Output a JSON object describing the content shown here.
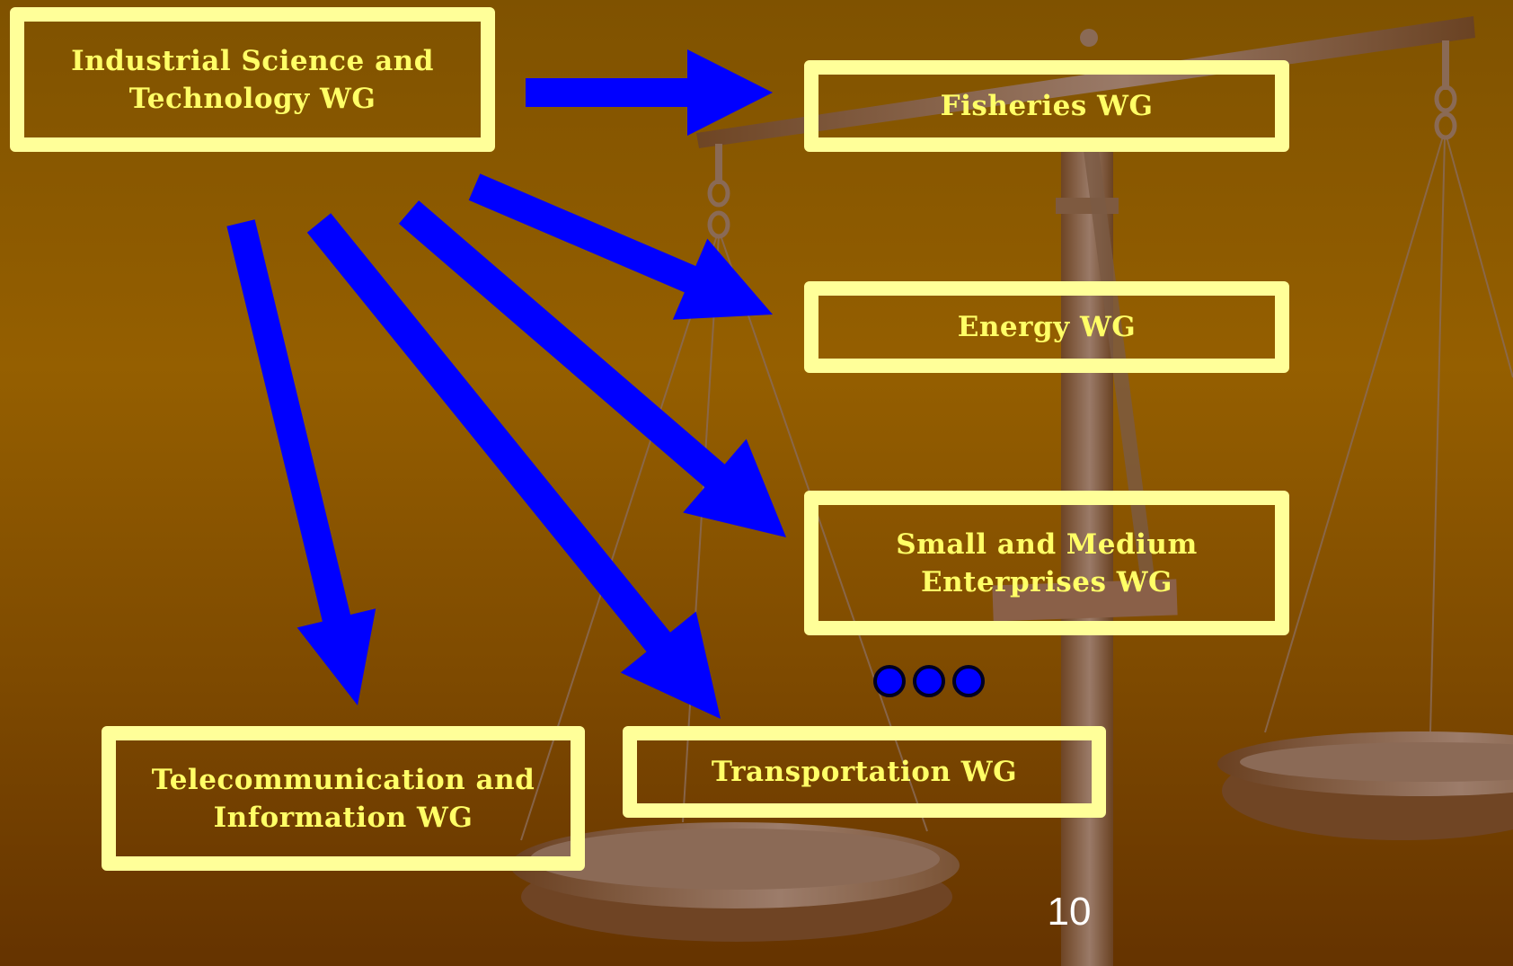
{
  "slide": {
    "page_number": "10"
  },
  "colors": {
    "box_border": "#ffff99",
    "box_text": "#ffff66",
    "arrow": "#0000ff",
    "background_top": "#8a5800",
    "background_bottom": "#653300",
    "scale_metal": "#8a6a55"
  },
  "diagram": {
    "source": {
      "label": "Industrial Science and Technology WG"
    },
    "targets": [
      {
        "label": "Fisheries WG"
      },
      {
        "label": "Energy WG"
      },
      {
        "label": "Small and Medium Enterprises WG"
      },
      {
        "label": "Telecommunication and Information WG"
      },
      {
        "label": "Transportation WG"
      }
    ],
    "edges": [
      {
        "from": "Industrial Science and Technology WG",
        "to": "Fisheries WG"
      },
      {
        "from": "Industrial Science and Technology WG",
        "to": "Energy WG"
      },
      {
        "from": "Industrial Science and Technology WG",
        "to": "Small and Medium Enterprises WG"
      },
      {
        "from": "Industrial Science and Technology WG",
        "to": "Transportation WG"
      },
      {
        "from": "Industrial Science and Technology WG",
        "to": "Telecommunication and Information WG"
      }
    ],
    "continuation_marker": {
      "icon": "ellipsis-dots-icon",
      "dot_count": 3
    }
  },
  "background_image": {
    "icon": "balance-scale-icon"
  }
}
